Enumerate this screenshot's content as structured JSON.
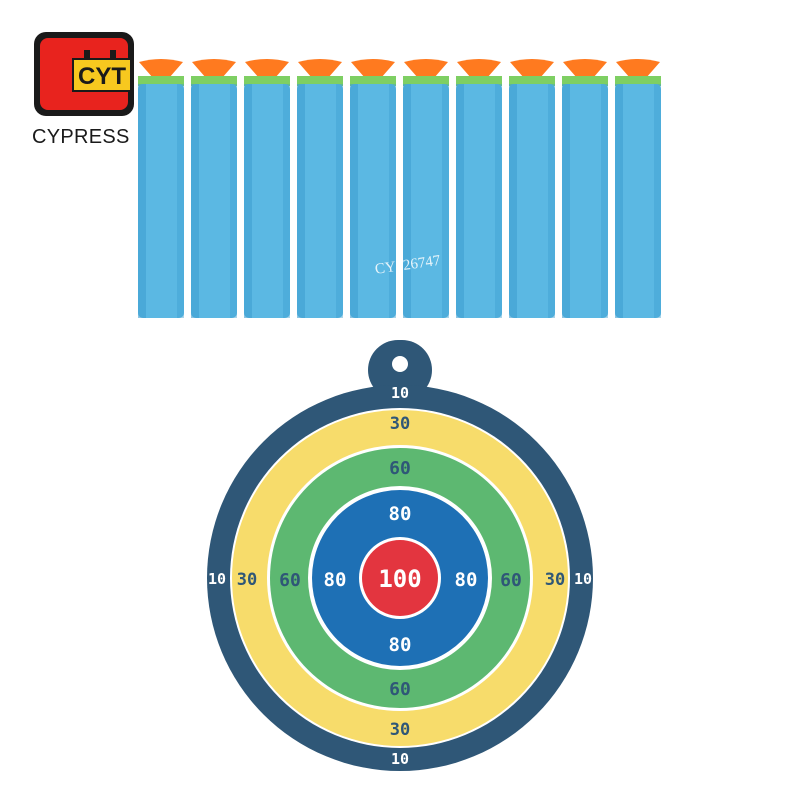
{
  "brand": {
    "logo_text": "CYT",
    "name": "CYPRESS"
  },
  "watermark": "CY526747",
  "product": {
    "dart_count": 10,
    "colors": {
      "foam": "#5bb8e3",
      "foam_dark": "#3f9fd0",
      "tip_ring": "#7ecf63",
      "suction_cup": "#ff7a1f"
    }
  },
  "target": {
    "colors": {
      "outer": "#2f5777",
      "ring_30": "#f7dc6b",
      "ring_60": "#5db871",
      "ring_80": "#1e70b5",
      "bullseye": "#e3353f"
    },
    "scores": {
      "ring_10": "10",
      "ring_30": "30",
      "ring_60": "60",
      "ring_80": "80",
      "bullseye": "100"
    }
  }
}
